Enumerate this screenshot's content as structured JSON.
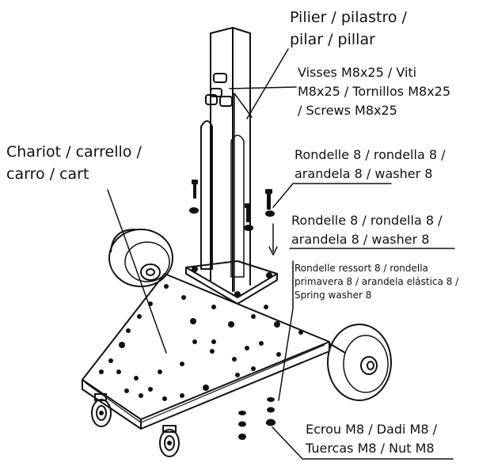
{
  "labels": {
    "pillar": [
      "Pilier / pilastro /",
      "pilar / pillar"
    ],
    "screws": [
      "Visses M8x25 / Viti",
      "M8x25 / Tornillos M8x25",
      "/ Screws M8x25"
    ],
    "washer_top": [
      "Rondelle 8 / rondella 8 /",
      "arandela 8 / washer 8"
    ],
    "cart": [
      "Chariot / carrello /",
      "carro / cart"
    ],
    "washer_mid": [
      "Rondelle 8 / rondella 8 /",
      "arandela 8 / washer 8"
    ],
    "spring_washer": [
      "Rondelle ressort 8 / rondella",
      "primavera 8 / arandela elástica 8 /",
      "Spring washer 8"
    ],
    "nuts": [
      "Ecrou M8 / Dadi M8 /",
      "Tuercas M8 / Nut M8"
    ]
  }
}
